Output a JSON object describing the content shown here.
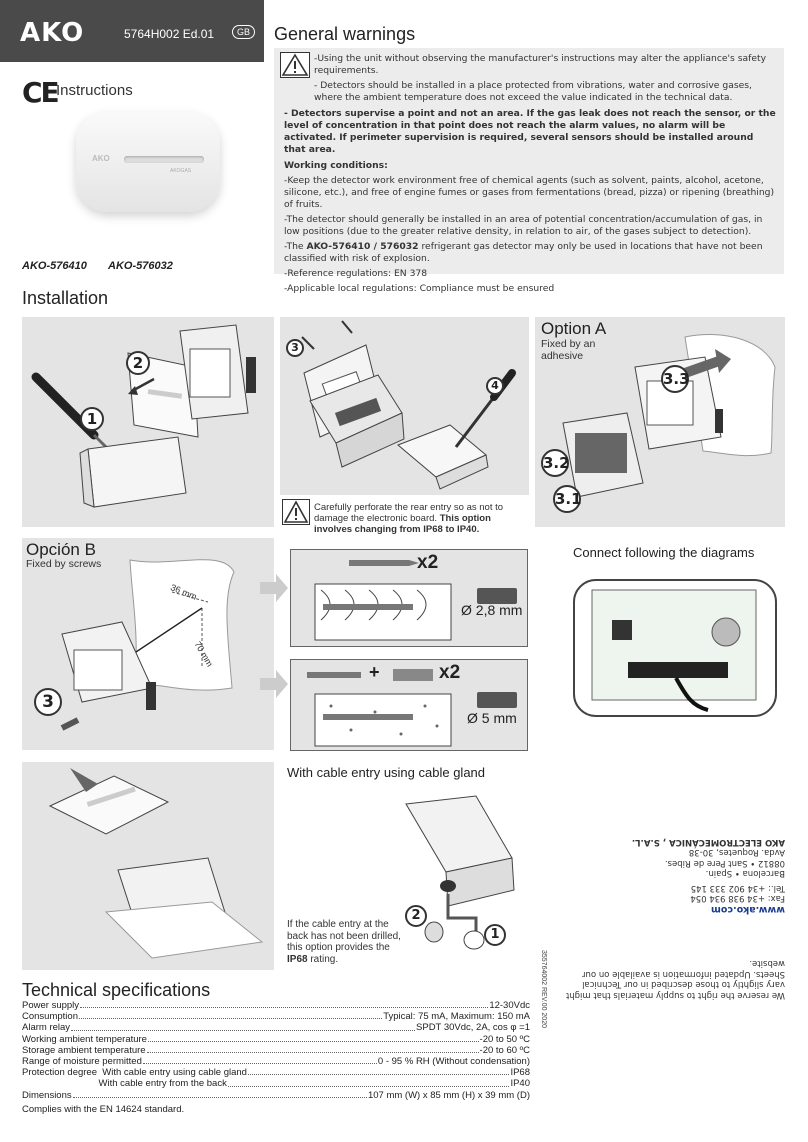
{
  "header": {
    "brand": "AKO",
    "doc_code": "5764H002 Ed.01",
    "lang_badge": "GB",
    "ce_mark": "CE",
    "instructions": "Instructions",
    "device_logo": "AKO",
    "device_name": "AKOGAS",
    "models": [
      "AKO-576410",
      "AKO-576032"
    ]
  },
  "general_warnings": {
    "title": "General warnings",
    "w1": "-Using the unit without observing the manufacturer's instructions may alter the appliance's safety requirements.",
    "w2": "- Detectors should be installed in a place protected from vibrations, water and corrosive gases, where the ambient temperature does not exceed the value indicated in the technical data.",
    "w3": "- Detectors supervise a point and not an area. If the gas leak does not reach the sensor, or the level of concentration in that point does not reach the alarm values, no alarm will be activated. If perimeter supervision is required, several sensors should be installed around that area.",
    "working_title": "Working conditions:",
    "c1": "-Keep the detector work environment free of chemical agents (such as solvent, paints, alcohol, acetone, silicone, etc.), and free of engine fumes or gases from fermentations (bread, pizza) or ripening (breathing) of fruits.",
    "c2": "-The detector should generally be installed in an area of potential concentration/accumulation of gas, in low positions (due to the greater relative density, in relation to air, of the gases subject to detection).",
    "c3_pre": "-The ",
    "c3_bold": "AKO-576410 / 576032",
    "c3_post": " refrigerant gas detector may only be used in locations that have not been classified with risk of explosion.",
    "c4": "-Reference regulations: EN 378",
    "c5": "-Applicable local regulations: Compliance must be ensured"
  },
  "installation": {
    "title": "Installation",
    "step_labels": {
      "s1": "1",
      "s2": "2",
      "s3": "3",
      "s4": "4",
      "s31": "3.1",
      "s32": "3.2",
      "s33": "3.3",
      "b3": "3",
      "g1": "1",
      "g2": "2"
    },
    "perforate_note": "Carefully perforate the rear entry so as not to damage the electronic board.",
    "perforate_bold": "This option involves changing from IP68 to IP40.",
    "option_a_title": "Option A",
    "option_a_sub": "Fixed by an adhesive",
    "option_b_title": "Opción B",
    "option_b_sub": "Fixed by screws",
    "dim_36": "36 mm",
    "dim_70": "70 mm",
    "x2_a": "x2",
    "x2_b": "x2",
    "plus": "+",
    "drill_a": "Ø 2,8 mm",
    "drill_b": "Ø 5 mm",
    "connect_title": "Connect following the diagrams",
    "gland_title": "With cable entry using cable gland",
    "gland_note": "If the cable entry at the back has not been drilled, this option provides the",
    "gland_bold": "IP68",
    "gland_note_end": " rating."
  },
  "tech_specs": {
    "title": "Technical specifications",
    "rows": [
      {
        "label": "Power supply",
        "value": "12-30Vdc"
      },
      {
        "label": "Consumption",
        "value": "Typical: 75 mA, Maximum: 150 mA"
      },
      {
        "label": "Alarm relay",
        "value": "SPDT 30Vdc, 2A,  cos φ =1"
      },
      {
        "label": "Working ambient temperature",
        "value": "-20 to 50 ºC"
      },
      {
        "label": "Storage ambient temperature",
        "value": "-20 to 60 ºC"
      },
      {
        "label": "Range of moisture permitted",
        "value": "0 - 95 % RH (Without condensation)"
      },
      {
        "label": "Protection degree  With cable entry using cable gland",
        "value": "IP68"
      },
      {
        "label": "                             With cable entry from the back",
        "value": "IP40"
      },
      {
        "label": "Dimensions",
        "value": "107 mm (W) x 85 mm (H) x 39 mm (D)"
      }
    ],
    "complies": "Complies with the  EN 14624 standard."
  },
  "footer": {
    "disclaimer": "We reserve the right to supply materials that might vary slightly to those described in our Technical Sheets. Updated information is available on our website.",
    "company": "AKO ELECTROMECÁNICA , S.A.L.",
    "addr1": "Avda. Roquetes, 30-38",
    "addr2": "08812 • Sant Pere de Ribes.",
    "addr3": "Barcelona • Spain.",
    "tel": "Tel.: +34 902 333 145",
    "fax": "Fax: +34 938 934 054",
    "web": "www.ako.com",
    "version": "355764002 REV.00 2020"
  },
  "colors": {
    "dark_bar": "#4a4a4a",
    "panel_grey": "#e4e4e4",
    "warn_box": "#ececec",
    "web_blue": "#1a3d8f"
  }
}
